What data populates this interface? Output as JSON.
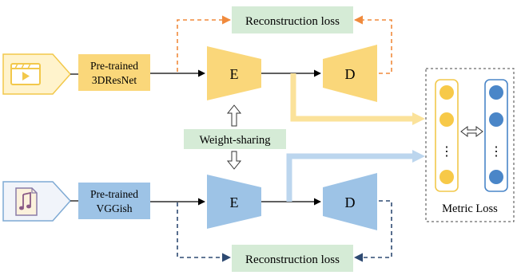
{
  "colors": {
    "yellow_fill": "#FAD77A",
    "yellow_stroke": "#F2C84B",
    "blue_fill": "#9DC3E6",
    "blue_stroke": "#7FAAD4",
    "green_fill": "#D5EBD6",
    "orange_dash": "#F08A3C",
    "navy_dash": "#2E4A72",
    "yellow_dot": "#F7C948",
    "blue_dot": "#4A86C8",
    "light_yellow_arrow": "#FBE29A",
    "light_blue_arrow": "#BCD6EE"
  },
  "icons": {
    "video": "video-play-icon",
    "audio": "music-note-icon"
  },
  "labels": {
    "recon_top": "Reconstruction loss",
    "recon_bottom": "Reconstruction loss",
    "pretrained_video_line1": "Pre-trained",
    "pretrained_video_line2": "3DResNet",
    "pretrained_audio_line1": "Pre-trained",
    "pretrained_audio_line2": "VGGish",
    "encoder_top": "E",
    "decoder_top": "D",
    "encoder_bottom": "E",
    "decoder_bottom": "D",
    "weight_sharing": "Weight-sharing",
    "metric_loss": "Metric Loss",
    "ellipsis_left": "⋮",
    "ellipsis_right": "⋮"
  }
}
